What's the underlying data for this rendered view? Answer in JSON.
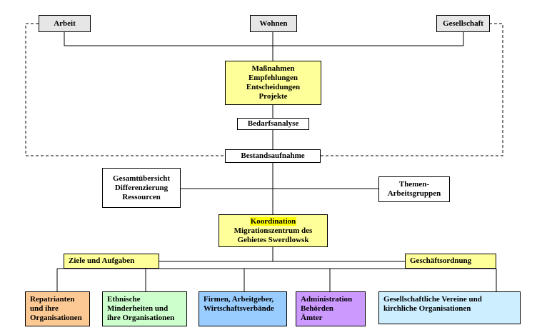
{
  "top": {
    "arbeit": "Arbeit",
    "wohnen": "Wohnen",
    "gesellschaft": "Gesellschaft"
  },
  "massnahmen": [
    "Maßnahmen",
    "Empfehlungen",
    "Entscheidungen",
    "Projekte"
  ],
  "bedarfsanalyse": "Bedarfsanalyse",
  "bestandsaufnahme": "Bestandsaufnahme",
  "gesamtuebersicht": [
    "Gesamtübersicht",
    "Differenzierung",
    "Ressourcen"
  ],
  "themen": [
    "Themen-",
    "Arbeitsgruppen"
  ],
  "koordination": {
    "title": "Koordination",
    "lines": [
      "Migrationszentrum des",
      "Gebietes Swerdlowsk"
    ]
  },
  "ziele": "Ziele und Aufgaben",
  "geschaeftsordnung": "Geschäftsordnung",
  "bottom": {
    "repatrianten": [
      "Repatrianten",
      "und ihre",
      "Organisationen"
    ],
    "ethnische": [
      "Ethnische",
      "Minderheiten und",
      "ihre Organisationen"
    ],
    "firmen": [
      "Firmen, Arbeitgeber,",
      "Wirtschaftsverbände"
    ],
    "administration": [
      "Administration",
      "Behörden",
      "Ämter"
    ],
    "vereine": [
      "Gesellschaftliche Vereine und",
      "kirchliche Organisationen"
    ]
  },
  "colors": {
    "gray": "#e6e6e6",
    "yellow": "#ffff99",
    "highlight": "#ffff00",
    "orange": "#fcc995",
    "green": "#ccffcc",
    "blue": "#99ccff",
    "purple": "#cc99ff",
    "lightblue": "#cdeeff"
  }
}
